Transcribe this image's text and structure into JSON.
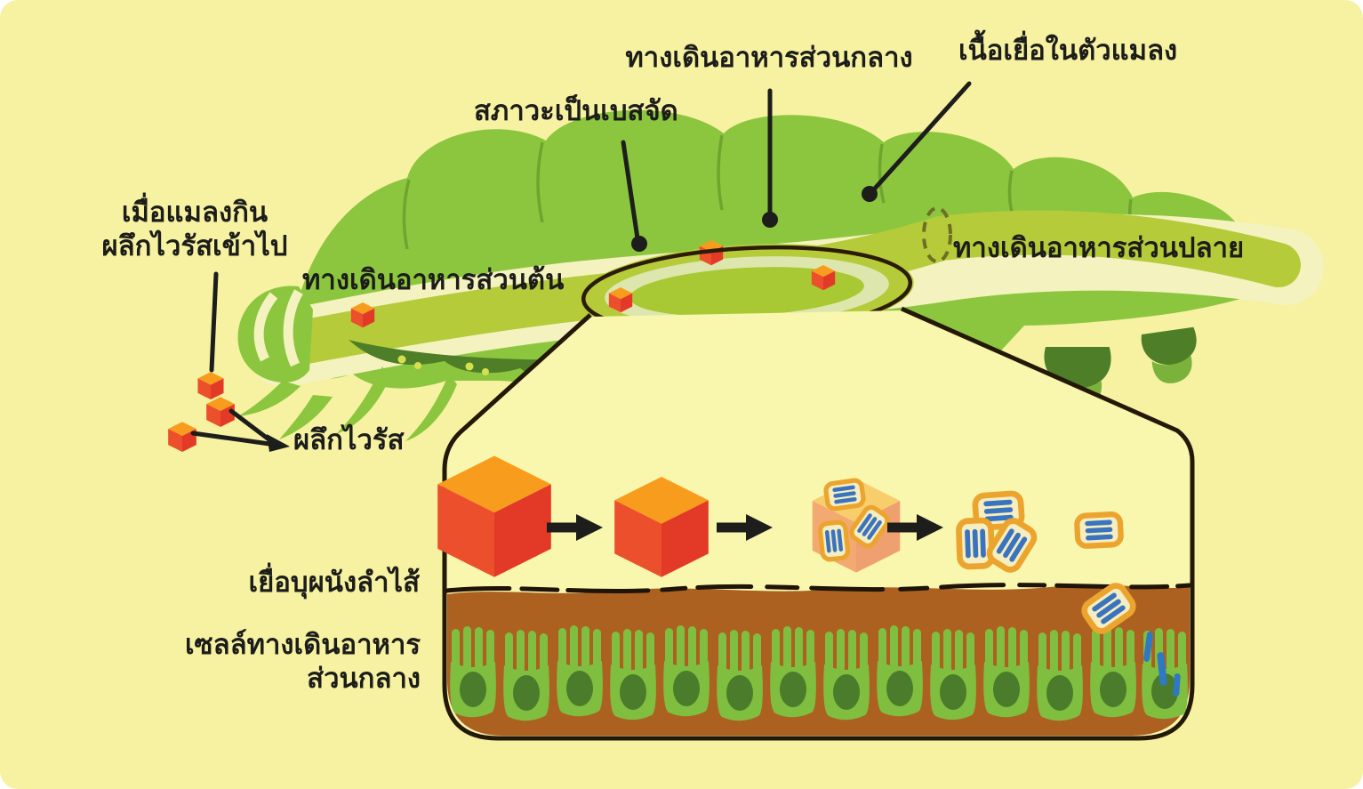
{
  "diagram": {
    "subject": "insect-virus-infection-diagram",
    "labels": {
      "midgut": "ทางเดินอาหารส่วนกลาง",
      "tissue_in_insect": "เนื้อเยื่อในตัวแมลง",
      "strong_base_condition": "สภาวะเป็นเบสจัด",
      "when_insect_eats_line1": "เมื่อแมลงกิน",
      "when_insect_eats_line2": "ผลึกไวรัสเข้าไป",
      "foregut": "ทางเดินอาหารส่วนต้น",
      "hindgut": "ทางเดินอาหารส่วนปลาย",
      "virus_crystal": "ผลึกไวรัส",
      "gut_lining_membrane": "เยื่อบุผนังลำไส้",
      "midgut_cells_line1": "เซลล์ทางเดินอาหาร",
      "midgut_cells_line2": "ส่วนกลาง"
    },
    "icons": {
      "virus_crystal_cube": "orange isometric cube",
      "virion_rod": "gold rounded capsule with blue stripes",
      "midgut_cell": "green columnar cell with microvilli and dark nucleus",
      "pointer_dot": "black leader-line dot",
      "magnifier_ellipse": "dark ellipse marking zoomed midgut region"
    },
    "colors": {
      "background": "#f6f2a1",
      "body_green": "#8cc63f",
      "segment_line_green": "#6fa42f",
      "pale_stripe": "#f4f2be",
      "gut_olive": "#b5cb3a",
      "gut_inner_pale": "#dde7ad",
      "gut_core": "#a9c934",
      "dark_leg_green": "#4e7f28",
      "proleg_light_green": "#7ab23c",
      "crystal_top_orange": "#f89c1e",
      "crystal_left_red": "#ec4f2b",
      "crystal_right_red": "#e23a26",
      "membrane_brown": "#ac6120",
      "cell_green": "#7fbe3e",
      "nucleus_green": "#4a7c2c",
      "virion_gold": "#eba52f",
      "virion_fill": "#f6edc0",
      "virion_blue": "#3a74bf",
      "line_black": "#1d1d1b"
    }
  }
}
